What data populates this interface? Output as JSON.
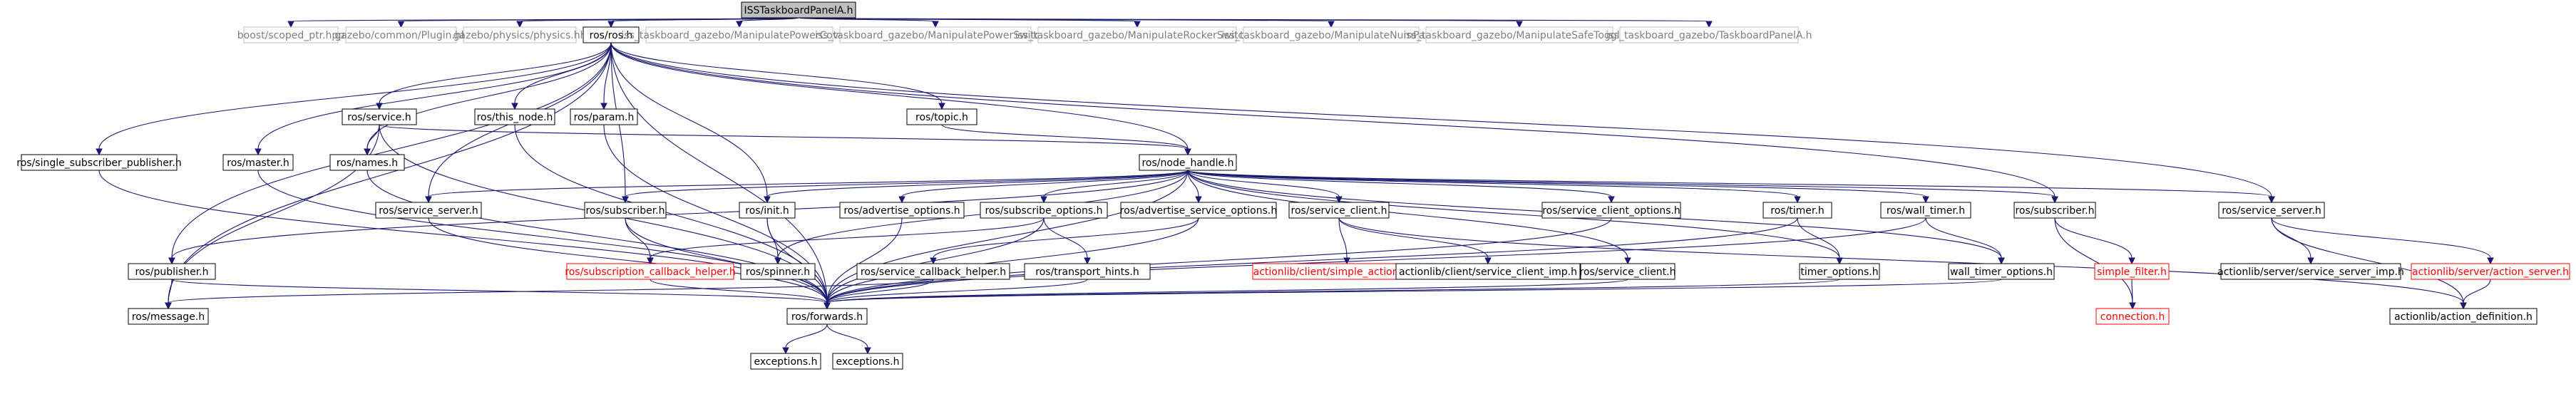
{
  "colors": {
    "root_fill": "#bfbfbf",
    "root_stroke": "#000000",
    "normal_stroke": "#000000",
    "external_stroke": "#bfbfbf",
    "missing_stroke": "#ff0000",
    "normal_text": "#000000",
    "external_text": "#7f7f7f",
    "missing_text": "#ff0000",
    "edge": "#191970",
    "background": "#ffffff"
  },
  "nodes": [
    {
      "id": "root",
      "label": "ISSTaskboardPanelA.h",
      "kind": "root"
    },
    {
      "id": "boost",
      "label": "boost/scoped_ptr.hpp",
      "kind": "external"
    },
    {
      "id": "gz_plugin",
      "label": "gazebo/common/Plugin.hh",
      "kind": "external"
    },
    {
      "id": "gz_physics",
      "label": "gazebo/physics/physics.hh",
      "kind": "external"
    },
    {
      "id": "ros_h",
      "label": "ros/ros.h",
      "kind": "normal"
    },
    {
      "id": "iss_cover",
      "label": "iss_taskboard_gazebo/ManipulatePowerCover.h",
      "kind": "external"
    },
    {
      "id": "iss_switch",
      "label": "iss_taskboard_gazebo/ManipulatePowerSwitch.h",
      "kind": "external"
    },
    {
      "id": "iss_rocker",
      "label": "iss_taskboard_gazebo/ManipulateRockerSwitch.h",
      "kind": "external"
    },
    {
      "id": "iss_numpad",
      "label": "iss_taskboard_gazebo/ManipulateNumPad.h",
      "kind": "external"
    },
    {
      "id": "iss_toggle",
      "label": "iss_taskboard_gazebo/ManipulateSafeToggle.h",
      "kind": "external"
    },
    {
      "id": "iss_panel",
      "label": "iss_taskboard_gazebo/TaskboardPanelA.h",
      "kind": "external"
    },
    {
      "id": "service_h",
      "label": "ros/service.h",
      "kind": "normal"
    },
    {
      "id": "this_node",
      "label": "ros/this_node.h",
      "kind": "normal"
    },
    {
      "id": "param",
      "label": "ros/param.h",
      "kind": "normal"
    },
    {
      "id": "topic",
      "label": "ros/topic.h",
      "kind": "normal"
    },
    {
      "id": "single_pub",
      "label": "ros/single_subscriber_publisher.h",
      "kind": "normal"
    },
    {
      "id": "master",
      "label": "ros/master.h",
      "kind": "normal"
    },
    {
      "id": "names",
      "label": "ros/names.h",
      "kind": "normal"
    },
    {
      "id": "node_handle",
      "label": "ros/node_handle.h",
      "kind": "normal"
    },
    {
      "id": "service_server_h",
      "label": "ros/service_server.h",
      "kind": "normal"
    },
    {
      "id": "subscriber_h",
      "label": "ros/subscriber.h",
      "kind": "normal"
    },
    {
      "id": "init_h",
      "label": "ros/init.h",
      "kind": "normal"
    },
    {
      "id": "advertise_opts",
      "label": "ros/advertise_options.h",
      "kind": "normal"
    },
    {
      "id": "subscribe_opts",
      "label": "ros/subscribe_options.h",
      "kind": "normal"
    },
    {
      "id": "adv_service_opts",
      "label": "ros/advertise_service_options.h",
      "kind": "normal"
    },
    {
      "id": "service_client_h",
      "label": "ros/service_client.h",
      "kind": "normal"
    },
    {
      "id": "service_client_opts",
      "label": "ros/service_client_options.h",
      "kind": "normal"
    },
    {
      "id": "timer_h",
      "label": "ros/timer.h",
      "kind": "normal"
    },
    {
      "id": "wall_timer_h",
      "label": "ros/wall_timer.h",
      "kind": "normal"
    },
    {
      "id": "subscriber_h2",
      "label": "ros/subscriber.h",
      "kind": "normal"
    },
    {
      "id": "service_server_h2",
      "label": "ros/service_server.h",
      "kind": "normal"
    },
    {
      "id": "publisher_h",
      "label": "ros/publisher.h",
      "kind": "normal"
    },
    {
      "id": "sub_cb_helper",
      "label": "ros/subscription_callback_helper.h",
      "kind": "missing"
    },
    {
      "id": "spinner",
      "label": "ros/spinner.h",
      "kind": "normal"
    },
    {
      "id": "svc_cb_helper",
      "label": "ros/service_callback_helper.h",
      "kind": "normal"
    },
    {
      "id": "transport_hints",
      "label": "ros/transport_hints.h",
      "kind": "normal"
    },
    {
      "id": "al_simple_client",
      "label": "actionlib/client/simple_action_client.h",
      "kind": "missing"
    },
    {
      "id": "al_svc_client_imp",
      "label": "actionlib/client/service_client_imp.h",
      "kind": "normal"
    },
    {
      "id": "service_client_h2",
      "label": "ros/service_client.h",
      "kind": "normal"
    },
    {
      "id": "timer_opts",
      "label": "timer_options.h",
      "kind": "normal"
    },
    {
      "id": "wall_timer_opts",
      "label": "wall_timer_options.h",
      "kind": "normal"
    },
    {
      "id": "simple_filter",
      "label": "simple_filter.h",
      "kind": "missing"
    },
    {
      "id": "al_svc_server_imp",
      "label": "actionlib/server/service_server_imp.h",
      "kind": "normal"
    },
    {
      "id": "al_action_server",
      "label": "actionlib/server/action_server.h",
      "kind": "missing"
    },
    {
      "id": "message_h",
      "label": "ros/message.h",
      "kind": "normal"
    },
    {
      "id": "forwards_h",
      "label": "ros/forwards.h",
      "kind": "normal"
    },
    {
      "id": "connection_h",
      "label": "connection.h",
      "kind": "missing"
    },
    {
      "id": "al_action_def",
      "label": "actionlib/action_definition.h",
      "kind": "normal"
    },
    {
      "id": "exceptions_1",
      "label": "exceptions.h",
      "kind": "normal"
    },
    {
      "id": "exceptions_2",
      "label": "exceptions.h",
      "kind": "normal"
    }
  ],
  "edges": [
    [
      "root",
      "boost"
    ],
    [
      "root",
      "gz_plugin"
    ],
    [
      "root",
      "gz_physics"
    ],
    [
      "root",
      "ros_h"
    ],
    [
      "root",
      "iss_cover"
    ],
    [
      "root",
      "iss_switch"
    ],
    [
      "root",
      "iss_rocker"
    ],
    [
      "root",
      "iss_numpad"
    ],
    [
      "root",
      "iss_toggle"
    ],
    [
      "root",
      "iss_panel"
    ],
    [
      "ros_h",
      "service_h"
    ],
    [
      "ros_h",
      "this_node"
    ],
    [
      "ros_h",
      "param"
    ],
    [
      "ros_h",
      "topic"
    ],
    [
      "ros_h",
      "single_pub"
    ],
    [
      "ros_h",
      "master"
    ],
    [
      "ros_h",
      "names"
    ],
    [
      "ros_h",
      "node_handle"
    ],
    [
      "ros_h",
      "service_server_h"
    ],
    [
      "ros_h",
      "subscriber_h"
    ],
    [
      "ros_h",
      "init_h"
    ],
    [
      "ros_h",
      "publisher_h"
    ],
    [
      "ros_h",
      "subscriber_h2"
    ],
    [
      "ros_h",
      "service_server_h2"
    ],
    [
      "ros_h",
      "message_h"
    ],
    [
      "ros_h",
      "forwards_h"
    ],
    [
      "service_h",
      "node_handle"
    ],
    [
      "service_h",
      "names"
    ],
    [
      "service_h",
      "forwards_h"
    ],
    [
      "service_h",
      "message_h"
    ],
    [
      "this_node",
      "forwards_h"
    ],
    [
      "param",
      "forwards_h"
    ],
    [
      "topic",
      "node_handle"
    ],
    [
      "single_pub",
      "forwards_h"
    ],
    [
      "master",
      "forwards_h"
    ],
    [
      "names",
      "forwards_h"
    ],
    [
      "node_handle",
      "service_server_h"
    ],
    [
      "node_handle",
      "subscriber_h"
    ],
    [
      "node_handle",
      "init_h"
    ],
    [
      "node_handle",
      "advertise_opts"
    ],
    [
      "node_handle",
      "subscribe_opts"
    ],
    [
      "node_handle",
      "adv_service_opts"
    ],
    [
      "node_handle",
      "service_client_h"
    ],
    [
      "node_handle",
      "service_client_opts"
    ],
    [
      "node_handle",
      "timer_h"
    ],
    [
      "node_handle",
      "wall_timer_h"
    ],
    [
      "node_handle",
      "subscriber_h2"
    ],
    [
      "node_handle",
      "service_server_h2"
    ],
    [
      "node_handle",
      "publisher_h"
    ],
    [
      "node_handle",
      "spinner"
    ],
    [
      "node_handle",
      "service_client_h2"
    ],
    [
      "node_handle",
      "timer_opts"
    ],
    [
      "node_handle",
      "wall_timer_opts"
    ],
    [
      "node_handle",
      "forwards_h"
    ],
    [
      "service_server_h",
      "forwards_h"
    ],
    [
      "subscriber_h",
      "sub_cb_helper"
    ],
    [
      "subscriber_h",
      "forwards_h"
    ],
    [
      "init_h",
      "spinner"
    ],
    [
      "init_h",
      "forwards_h"
    ],
    [
      "advertise_opts",
      "forwards_h"
    ],
    [
      "subscribe_opts",
      "transport_hints"
    ],
    [
      "subscribe_opts",
      "sub_cb_helper"
    ],
    [
      "subscribe_opts",
      "forwards_h"
    ],
    [
      "adv_service_opts",
      "svc_cb_helper"
    ],
    [
      "adv_service_opts",
      "forwards_h"
    ],
    [
      "service_client_h",
      "al_simple_client"
    ],
    [
      "service_client_h",
      "al_svc_client_imp"
    ],
    [
      "service_client_h",
      "al_action_def"
    ],
    [
      "service_client_opts",
      "forwards_h"
    ],
    [
      "timer_h",
      "timer_opts"
    ],
    [
      "timer_h",
      "forwards_h"
    ],
    [
      "wall_timer_h",
      "wall_timer_opts"
    ],
    [
      "wall_timer_h",
      "forwards_h"
    ],
    [
      "subscriber_h2",
      "simple_filter"
    ],
    [
      "subscriber_h2",
      "connection_h"
    ],
    [
      "service_server_h2",
      "al_svc_server_imp"
    ],
    [
      "service_server_h2",
      "al_action_server"
    ],
    [
      "service_server_h2",
      "al_action_def"
    ],
    [
      "publisher_h",
      "message_h"
    ],
    [
      "publisher_h",
      "forwards_h"
    ],
    [
      "sub_cb_helper",
      "forwards_h"
    ],
    [
      "svc_cb_helper",
      "message_h"
    ],
    [
      "svc_cb_helper",
      "forwards_h"
    ],
    [
      "transport_hints",
      "forwards_h"
    ],
    [
      "service_client_h2",
      "forwards_h"
    ],
    [
      "timer_opts",
      "forwards_h"
    ],
    [
      "wall_timer_opts",
      "forwards_h"
    ],
    [
      "simple_filter",
      "connection_h"
    ],
    [
      "al_action_server",
      "al_action_def"
    ],
    [
      "forwards_h",
      "exceptions_1"
    ],
    [
      "forwards_h",
      "exceptions_2"
    ]
  ]
}
